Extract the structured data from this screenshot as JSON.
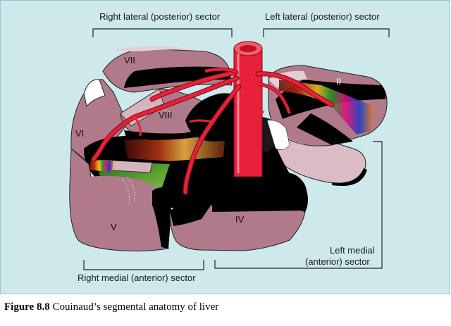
{
  "figure": {
    "caption_prefix": "Figure 8.8",
    "caption_text": "Couinaud’s segmental anatomy of liver"
  },
  "sectors": {
    "right_lateral": "Right lateral (posterior) sector",
    "left_lateral": "Left lateral (posterior) sector",
    "right_medial": "Right medial (anterior) sector",
    "left_medial_line1": "Left medial",
    "left_medial_line2": "(anterior) sector"
  },
  "segments": {
    "s2": "II",
    "s3": "III",
    "s4": "IV",
    "s5": "V",
    "s6": "VI",
    "s7": "VII",
    "s8": "VIII"
  },
  "colors": {
    "background": "#cde9ec",
    "liver_segment": "#b07a8a",
    "liver_light": "#d6b4bd",
    "shadow": "#000000",
    "vessel": "#e8203a"
  }
}
